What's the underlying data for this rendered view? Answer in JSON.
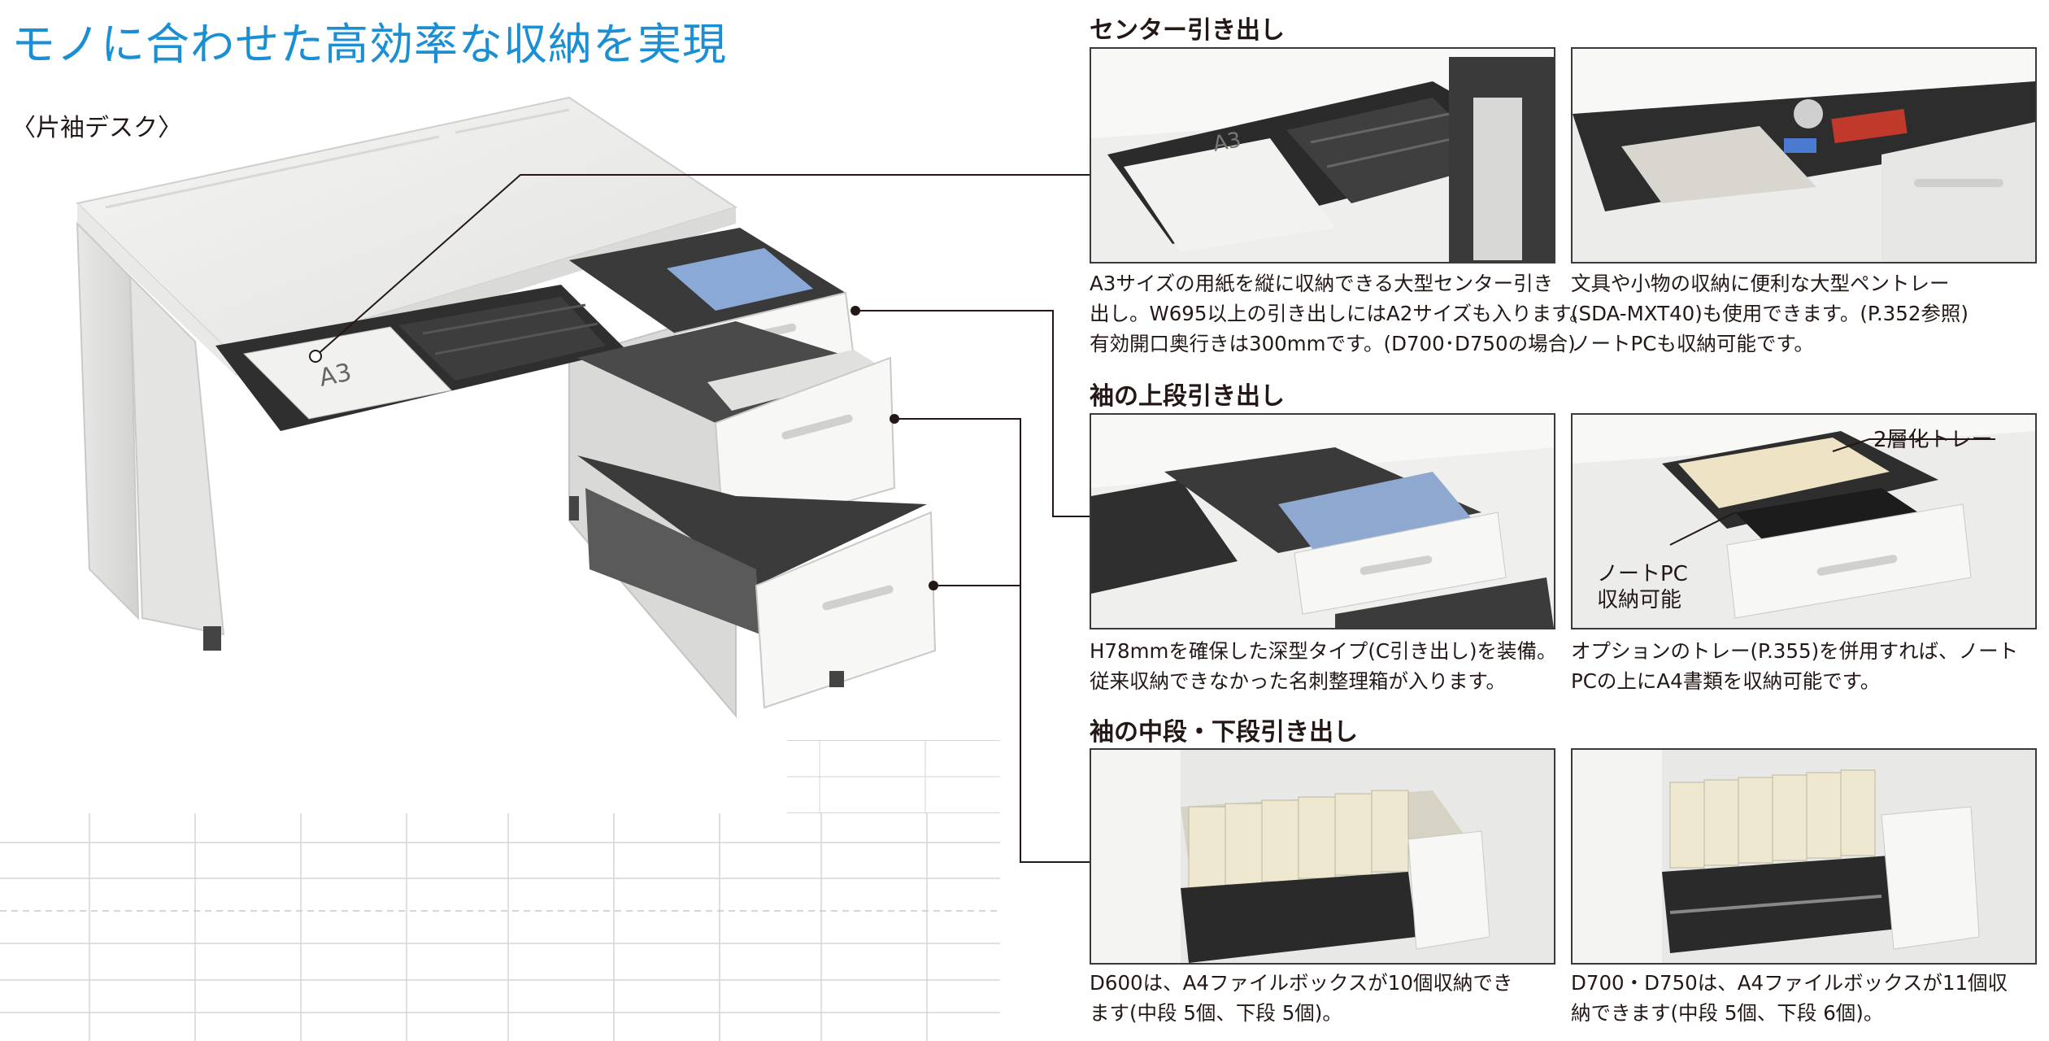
{
  "title": "モノに合わせた高効率な収納を実現",
  "subtitle": "〈片袖デスク〉",
  "main_photo": {
    "a3_label": "A3"
  },
  "sections": [
    {
      "heading": "センター引き出し",
      "photos": [
        {
          "overlay": [
            "A3"
          ]
        },
        {
          "overlay": []
        }
      ],
      "captions": [
        [
          "A3サイズの用紙を縦に収納できる大型センター引き",
          "出し。W695以上の引き出しにはA2サイズも入ります。",
          "有効開口奥行きは300mmです。(D700･D750の場合)"
        ],
        [
          "文具や小物の収納に便利な大型ペントレー",
          "(SDA-MXT40)も使用できます。(P.352参照)",
          "ノートPCも収納可能です。"
        ]
      ]
    },
    {
      "heading": "袖の上段引き出し",
      "photos": [
        {
          "overlay": []
        },
        {
          "overlay": [
            "2層化トレー",
            "ノートPC",
            "収納可能"
          ]
        }
      ],
      "captions": [
        [
          "H78mmを確保した深型タイプ(C引き出し)を装備。",
          "従来収納できなかった名刺整理箱が入ります。"
        ],
        [
          "オプションのトレー(P.355)を併用すれば、ノート",
          "PCの上にA4書類を収納可能です。"
        ]
      ]
    },
    {
      "heading": "袖の中段・下段引き出し",
      "photos": [
        {
          "overlay": []
        },
        {
          "overlay": []
        }
      ],
      "captions": [
        [
          "D600は、A4ファイルボックスが10個収納でき",
          "ます(中段 5個、下段 5個)。"
        ],
        [
          "D700・D750は、A4ファイルボックスが11個収",
          "納できます(中段 5個、下段 6個)。"
        ]
      ]
    }
  ],
  "colors": {
    "title_blue": "#1a8fd4",
    "text": "#231815",
    "frame": "#3a3a3a"
  }
}
